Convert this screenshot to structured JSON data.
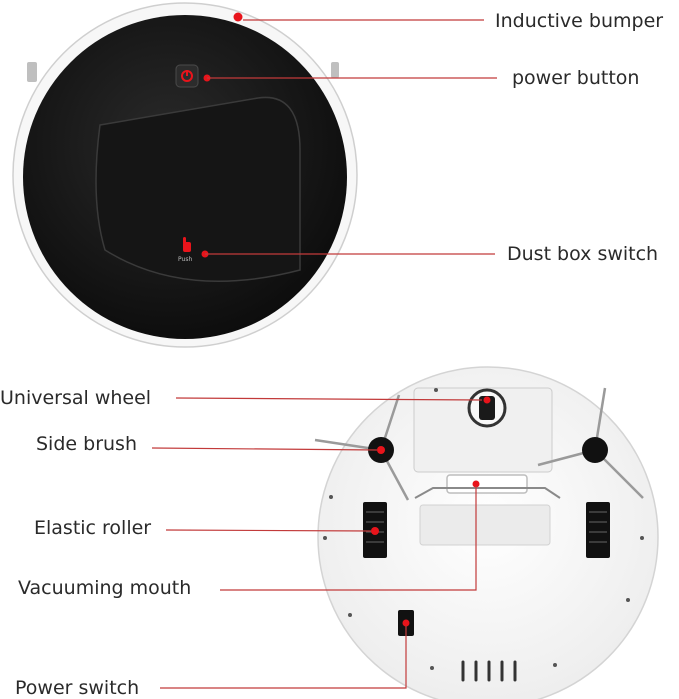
{
  "labels": {
    "inductive_bumper": "Inductive bumper",
    "power_button": "power button",
    "dust_box_switch": "Dust box switch",
    "universal_wheel": "Universal wheel",
    "side_brush": "Side brush",
    "elastic_roller": "Elastic roller",
    "vacuuming_mouth": "Vacuuming mouth",
    "power_switch": "Power switch"
  },
  "device": {
    "push_label": "Push"
  },
  "colors": {
    "marker": "#e8141b",
    "leader": "#c23a3a",
    "top_cover": "#141414",
    "shell": "#f4f4f4"
  }
}
